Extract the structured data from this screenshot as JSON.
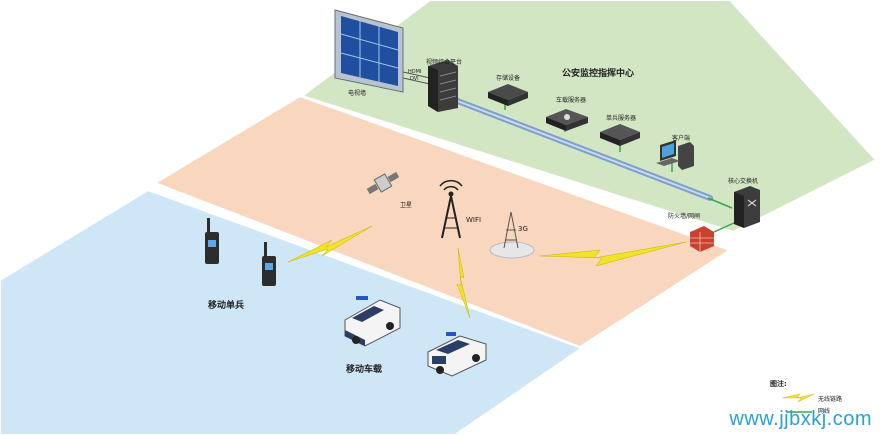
{
  "zones": {
    "command_center": "公安监控指挥中心",
    "mobile_soldier": "移动单兵",
    "mobile_vehicle": "移动车载"
  },
  "devices": {
    "video_wall": "电视墙",
    "video_platform": "视频综合平台",
    "hdmi": "HDMI",
    "dvi": "DVI",
    "storage": "存储设备",
    "vehicle_server": "车载服务器",
    "soldier_server": "单兵服务器",
    "client": "客户端",
    "core_switch": "核心交换机",
    "firewall": "防火墙/网闸",
    "satellite": "卫星",
    "wifi": "WIFI",
    "g3": "3G"
  },
  "legend": {
    "title": "图注:",
    "wireless_link": "无线链路",
    "wired_link": "网线"
  },
  "watermark": "www.jjbxkj.com",
  "colors": {
    "command_zone": "#d3e6c4",
    "transport_zone": "#f9d7bf",
    "edge_zone": "#cfe6f7",
    "bus": "#8fb0d9",
    "wired": "#3aa54a",
    "wireless": "#f2e22a"
  }
}
